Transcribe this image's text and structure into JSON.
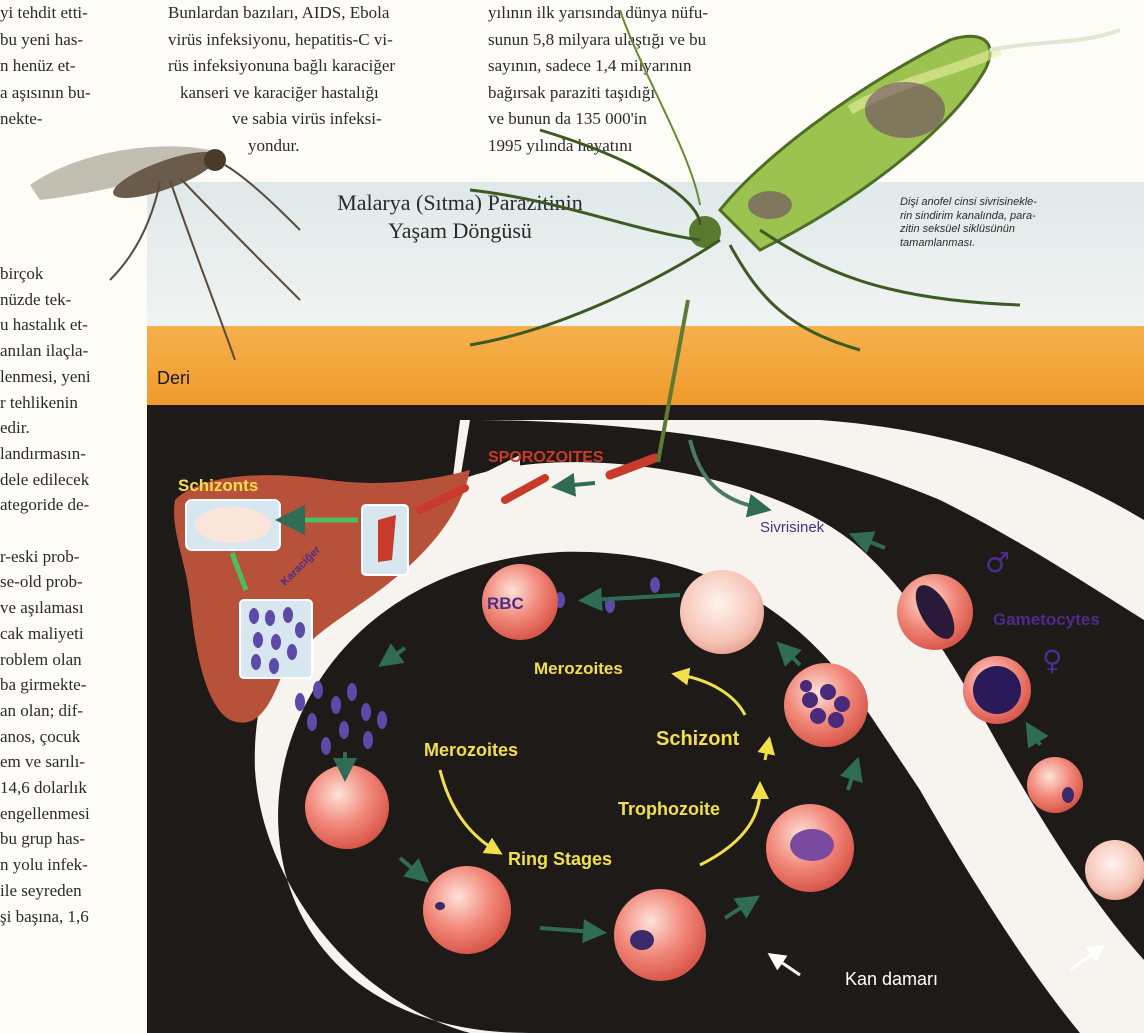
{
  "left_column": [
    "yi tehdit etti-",
    "bu yeni has-",
    "n henüz et-",
    "a aşısının bu-",
    "nekte-"
  ],
  "left_column_lower": [
    "birçok",
    "nüzde tek-",
    "u hastalık et-",
    "anılan ilaçla-",
    "lenmesi, yeni",
    "r tehlikenin",
    "edir.",
    "landırmasın-",
    "dele edilecek",
    "ategoride de-",
    "",
    "r-eski prob-",
    "se-old prob-",
    "ve aşılaması",
    "cak maliyeti",
    "roblem olan",
    "ba girmekte-",
    "an olan; dif-",
    "anos, çocuk",
    "em ve sarılı-",
    "14,6 dolarlık",
    "engellenmesi",
    "bu grup has-",
    "n yolu infek-",
    "ile seyreden",
    "şi başına, 1,6"
  ],
  "middle_column": [
    "Bunlardan bazıları, AIDS, Ebola",
    "virüs infeksiyonu, hepatitis-C vi-",
    "rüs infeksiyonuna bağlı karaciğer",
    "kanseri ve karaciğer hastalığı",
    "ve sabia virüs infeksi-",
    "yondur."
  ],
  "right_column": [
    "yılının ilk yarısında dünya nüfu-",
    "sunun 5,8 milyara ulaştığı ve bu",
    "sayının, sadece 1,4 milyarının",
    "bağırsak paraziti taşıdığı",
    "ve bunun da 135 000'in",
    "1995 yılında hayatını"
  ],
  "diagram": {
    "title_line1": "Malarya (Sıtma) Parazitinin",
    "title_line2": "Yaşam Döngüsü",
    "caption": [
      "Dişi anofel cinsi sivrisinekle-",
      "rin sindirim kanalında, para-",
      "zitin seksüel siklüsünün",
      "tamamlanması."
    ],
    "skin_label": "Deri",
    "labels": {
      "sporozoites": "SPOROZOITES",
      "schizonts": "Schizonts",
      "liver": "Karaciğer",
      "rbc": "RBC",
      "merozoites_top": "Merozoites",
      "merozoites_left": "Merozoites",
      "schizont": "Schizont",
      "trophozoite": "Trophozoite",
      "ring_stages": "Ring Stages",
      "sivrisinek": "Sivrisinek",
      "gametocytes": "Gametocytes",
      "male_symbol": "♂",
      "female_symbol": "♀",
      "kan_damari": "Kan damarı"
    },
    "colors": {
      "skin": "#f2a33a",
      "blood_cell": "#e8766c",
      "liver": "#b8513a",
      "label_yellow": "#f1e04a",
      "label_white": "#ffffff",
      "label_purple": "#4b2d8a",
      "sporozoite_red": "#c83a2a",
      "arrow_green": "#2f6b55",
      "mosquito_green": "#7ca93f"
    }
  }
}
